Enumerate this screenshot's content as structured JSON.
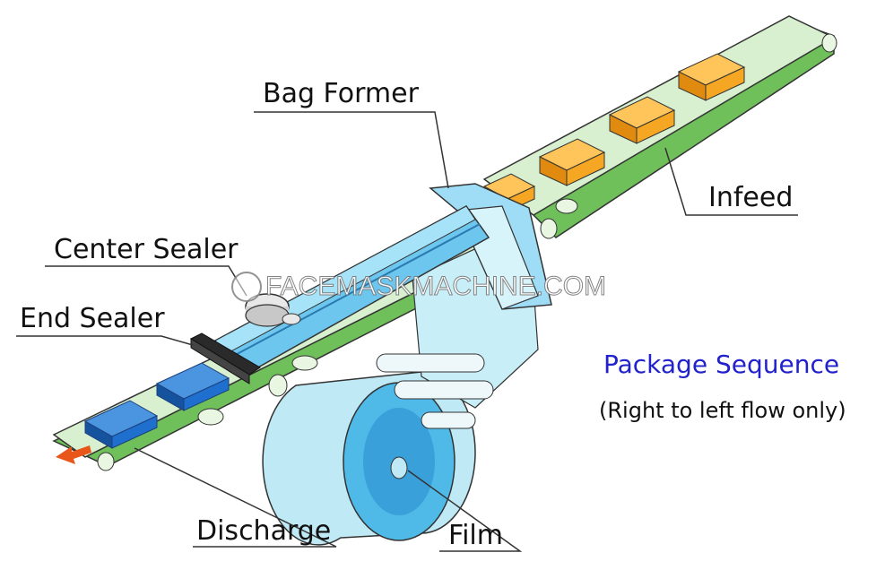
{
  "labels": {
    "bag_former": "Bag Former",
    "infeed": "Infeed",
    "center_sealer": "Center Sealer",
    "end_sealer": "End Sealer",
    "discharge": "Discharge",
    "film": "Film"
  },
  "sequence": {
    "title": "Package Sequence",
    "subtitle": "(Right to left flow only)"
  },
  "watermark": "FACEMASKMACHINE.COM",
  "colors": {
    "belt": "#6fbf5a",
    "belt_top": "#d8f0d0",
    "product": "#f5a623",
    "bagged": "#1f6fcf",
    "film": "#a8dff0",
    "sequence_title": "#2222cc",
    "arrow": "#e8561a"
  }
}
